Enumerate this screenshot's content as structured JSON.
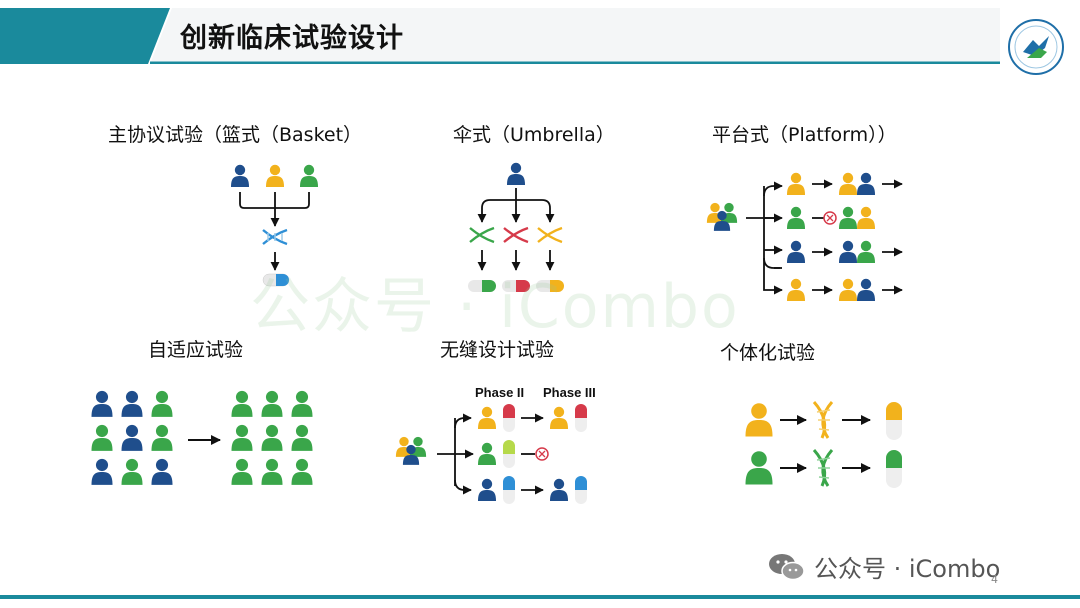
{
  "header": {
    "title": "创新临床试验设计"
  },
  "sections": {
    "basket": {
      "label": "主协议试验（篮式（Basket）"
    },
    "umbrella": {
      "label": "伞式（Umbrella）"
    },
    "platform": {
      "label": "平台式（Platform））"
    },
    "adaptive": {
      "label": "自适应试验"
    },
    "seamless": {
      "label": "无缝设计试验",
      "phase2": "Phase II",
      "phase3": "Phase III"
    },
    "personalized": {
      "label": "个体化试验"
    }
  },
  "watermark": {
    "center": "公众号 · iCombo",
    "footer": "公众号 · iCombo"
  },
  "page_number": "4",
  "colors": {
    "teal": "#1a8a9c",
    "navy": "#1f4e8c",
    "orange": "#f2b21c",
    "green": "#3aa64a",
    "red": "#d63a4a",
    "blue": "#2e8fd6"
  }
}
